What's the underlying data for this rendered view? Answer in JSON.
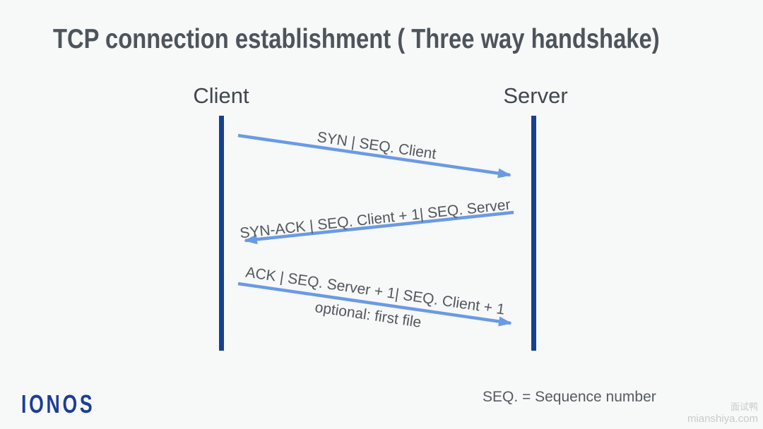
{
  "title": "TCP connection establishment ( Three way handshake)",
  "diagram": {
    "actors": [
      {
        "name": "Client"
      },
      {
        "name": "Server"
      }
    ],
    "messages": [
      {
        "label": "SYN | SEQ. Client",
        "from": "Client",
        "to": "Server"
      },
      {
        "label": "SYN-ACK | SEQ. Client + 1| SEQ. Server",
        "from": "Server",
        "to": "Client"
      },
      {
        "label": "ACK | SEQ. Server + 1| SEQ. Client + 1",
        "sublabel": "optional: first file",
        "from": "Client",
        "to": "Server"
      }
    ]
  },
  "footer": {
    "logo": "IONOS",
    "legend": "SEQ. = Sequence number"
  },
  "watermark": {
    "line1": "面试鸭",
    "line2": "mianshiya.com"
  },
  "colors": {
    "background": "#f7f8f8",
    "title_text": "#4d545b",
    "lifeline_blue": "#16418f",
    "arrow_blue": "#699ae5",
    "label_text": "#51575e",
    "logo_blue": "#1c3f94",
    "watermark_gray": "#c9cbcb"
  }
}
